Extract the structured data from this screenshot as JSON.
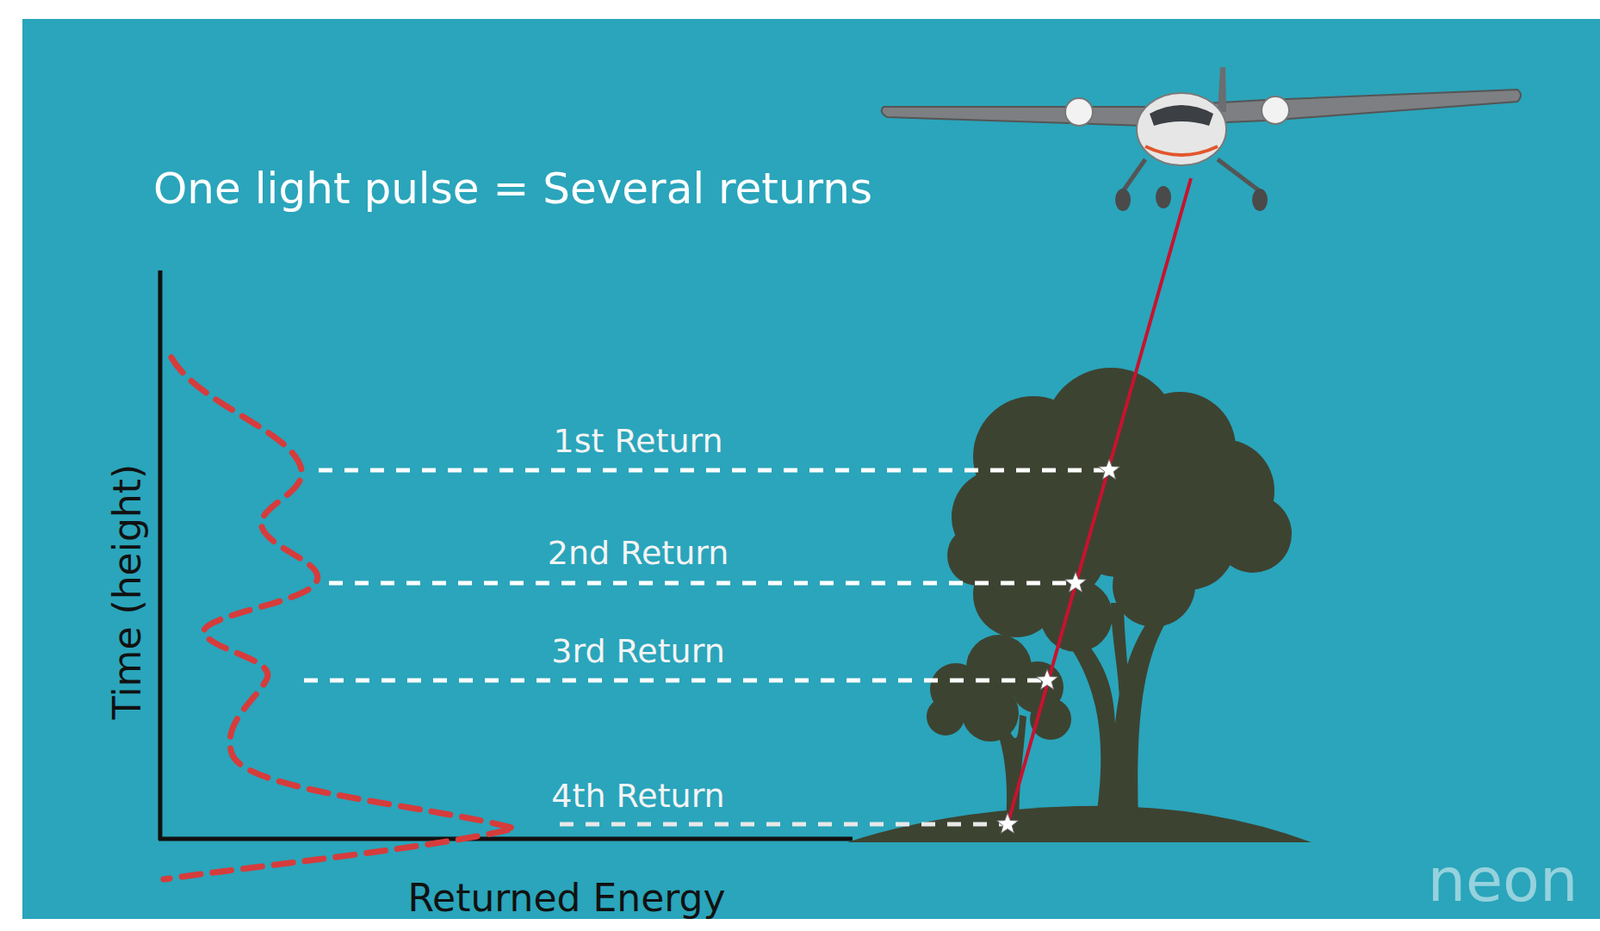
{
  "diagram": {
    "title": "One light pulse = Several returns",
    "labels": [
      "1st Return",
      "2nd Return",
      "3rd Return",
      "4th Return",
      "Time (height)",
      "Returned Energy",
      "neon"
    ]
  }
}
